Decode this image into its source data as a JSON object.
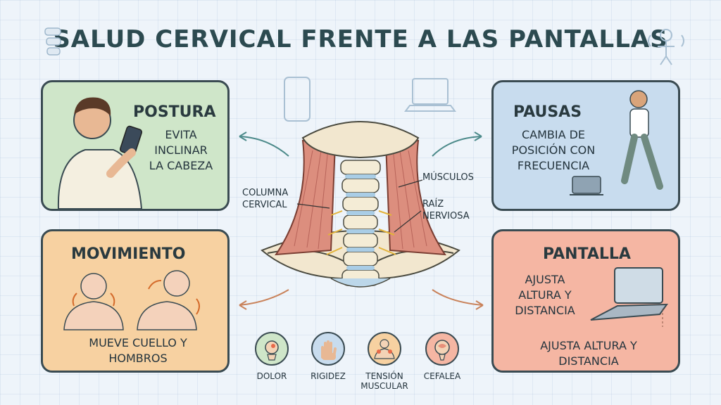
{
  "title": "SALUD CERVICAL FRENTE A LAS PANTALLAS",
  "cards": {
    "postura": {
      "title": "POSTURA",
      "text": "EVITA INCLINAR LA CABEZA",
      "color": "#cfe6c9"
    },
    "pausas": {
      "title": "PAUSAS",
      "text": "CAMBIA DE POSICIÓN CON FRECUENCIA",
      "color": "#c8dcee"
    },
    "movimiento": {
      "title": "MOVIMIENTO",
      "text": "MUEVE CUELLO Y HOMBROS",
      "color": "#f7d1a1"
    },
    "pantalla": {
      "title": "PANTALLA",
      "text_1": "AJUSTA ALTURA Y DISTANCIA",
      "text_2": "AJUSTA ALTURA Y DISTANCIA",
      "color": "#f5b6a3"
    }
  },
  "anatomy_labels": {
    "columna": "COLUMNA CERVICAL",
    "musculos": "MÚSCULOS",
    "raiz": "RAÍZ NERVIOSA"
  },
  "symptoms": [
    {
      "label": "DOLOR",
      "icon": "head-pain-icon",
      "color": "#cfe6c9"
    },
    {
      "label": "RIGIDEZ",
      "icon": "hand-icon",
      "color": "#c8dcee"
    },
    {
      "label": "TENSIÓN MUSCULAR",
      "icon": "shoulders-icon",
      "color": "#f7d1a1"
    },
    {
      "label": "CEFALEA",
      "icon": "brain-icon",
      "color": "#f5b6a3"
    }
  ]
}
